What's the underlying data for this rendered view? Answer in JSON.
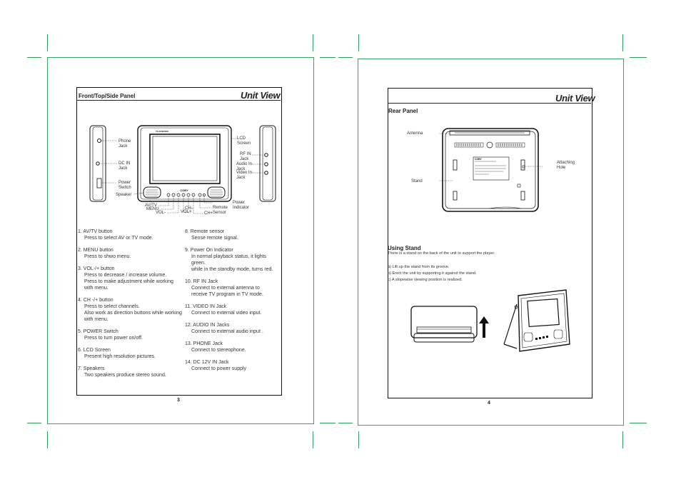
{
  "page3": {
    "heading": "Front/Top/Side Panel",
    "title": "Unit View",
    "page_number": "3",
    "device_brand": "COBY",
    "device_model": "TF-DVD7008",
    "callouts": {
      "phone_jack": "Phone\nJack",
      "dc_in_jack": "DC IN\nJack",
      "power_switch": "Power\nSwitch",
      "speaker": "Speaker",
      "lcd_screen": "LCD\nScreen",
      "rf_in_jack": "RF IN\nJack",
      "audio_in_jack": "Audio In\nJack",
      "video_in_jack": "Video In\nJack",
      "power_indicator": "Power\nIndicator",
      "remote_sensor": "Remote\nSensor",
      "av_tv": "AV/TV",
      "menu": "MENU",
      "vol_minus": "VOL-",
      "vol_plus": "VOL+",
      "ch_minus": "CH-",
      "ch_plus": "CH+"
    },
    "items_left": [
      {
        "title": "1. AV/TV button",
        "desc": "Press to select AV or TV mode."
      },
      {
        "title": "2. MENU button",
        "desc": "Press to shwo menu."
      },
      {
        "title": "3. VOL-/+ button",
        "desc": "Press to decrease / increase volume.\nPress to make adjustment while working\nwith menu."
      },
      {
        "title": "4. CH -/+ button",
        "desc": "Press to select channels.\nAlso work as direction buttons while working\nwith menu."
      },
      {
        "title": "5. POWER Switch",
        "desc": "Press to turn power on/off."
      },
      {
        "title": "6. LCD Screen",
        "desc": "Present high resolution pictures."
      },
      {
        "title": "7. Speakers",
        "desc": "Two speakers produce stereo sound."
      }
    ],
    "items_right": [
      {
        "title": "8. Remote sensor",
        "desc": "Sense remote signal."
      },
      {
        "title": "9. Power On Indicator",
        "desc": "In normal playback status, it lights green.\nwhile in the standby mode, turns red."
      },
      {
        "title": "10. RF IN Jack",
        "desc": "Connect to external antenna to\nreceive TV program in TV mode."
      },
      {
        "title": "11. VIDEO IN Jack",
        "desc": "Connect to external video input."
      },
      {
        "title": "12. AUDIO IN Jacks",
        "desc": "Connect to external audio input ."
      },
      {
        "title": "13. PHONE Jack",
        "desc": "Connect to stereophone."
      },
      {
        "title": "14. DC 12V IN Jack",
        "desc": "Connect to power supply"
      }
    ]
  },
  "page4": {
    "title": "Unit View",
    "heading": "Rear Panel",
    "page_number": "4",
    "callouts": {
      "antenna": "Antenna",
      "stand": "Stand",
      "attaching_hole": "Attaching\nHole"
    },
    "using_stand": {
      "heading": "Using Stand",
      "intro": "There is a stand on the back of the unit to support the player.",
      "steps": [
        "a) Lift up the stand from its groove.",
        "b) Erect the unit by supporting it against the stand.",
        "c) A slopewise viewing position is realized."
      ]
    }
  }
}
